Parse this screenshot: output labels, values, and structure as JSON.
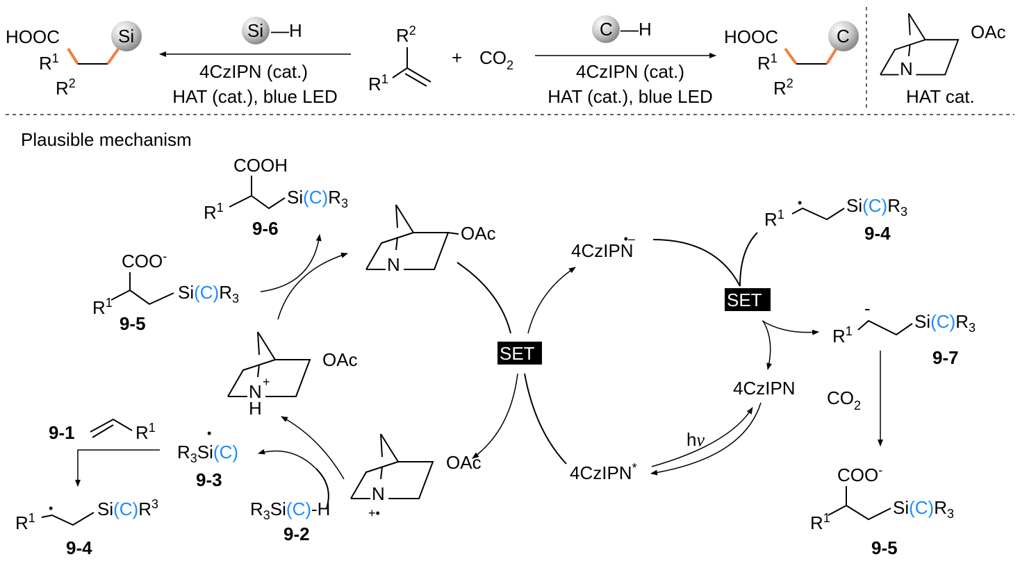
{
  "top": {
    "left_product": {
      "hooc": "HOOC",
      "sphere": "Si",
      "r1": "R",
      "r1_sup": "1",
      "r2": "R",
      "r2_sup": "2"
    },
    "left_reagent": {
      "sphere": "Si",
      "bond": "—H"
    },
    "left_conditions": [
      "4CzIPN (cat.)",
      "HAT (cat.), blue LED"
    ],
    "alkene": {
      "r1": "R",
      "r1_sup": "1",
      "r2": "R",
      "r2_sup": "2"
    },
    "plus": "+",
    "co2": {
      "main": "CO",
      "sub": "2"
    },
    "right_reagent": {
      "sphere": "C",
      "bond": "—H"
    },
    "right_conditions": [
      "4CzIPN (cat.)",
      "HAT (cat.), blue LED"
    ],
    "right_product": {
      "hooc": "HOOC",
      "sphere": "C",
      "r1": "R",
      "r1_sup": "1",
      "r2": "R",
      "r2_sup": "2"
    },
    "hat_cat": {
      "oac": "OAc",
      "n": "N",
      "label": "HAT cat."
    }
  },
  "mechanism": {
    "title": "Plausible mechanism",
    "c96": {
      "cooh": "COOH",
      "r": "R",
      "r_sup": "1",
      "si": "Si",
      "c": "(C)",
      "r3": "R",
      "r3_sub": "3",
      "label": "9-6"
    },
    "c95a": {
      "coo": "COO",
      "coo_sup": "-",
      "r": "R",
      "r_sup": "1",
      "si": "Si",
      "c": "(C)",
      "r3": "R",
      "r3_sub": "3",
      "label": "9-5"
    },
    "quin_top": {
      "oac": "OAc",
      "n": "N"
    },
    "quin_h": {
      "oac": "OAc",
      "n": "N",
      "plus": "+",
      "h": "H"
    },
    "quin_rc": {
      "oac": "OAc",
      "n": "N",
      "charge": "+•"
    },
    "c91": {
      "label": "9-1",
      "r": "R",
      "r_sup": "1"
    },
    "c93": {
      "r": "R",
      "r_sub": "3",
      "si": "Si",
      "c": "(C)",
      "dot": "•",
      "label": "9-3"
    },
    "c92": {
      "r": "R",
      "r_sub": "3",
      "si": "Si",
      "c": "(C)",
      "h": "-H",
      "label": "9-2"
    },
    "c94a": {
      "r": "R",
      "r_sup": "1",
      "dot": "•",
      "si": "Si",
      "c": "(C)",
      "r3": "R",
      "r3_sup": "3",
      "label": "9-4"
    },
    "set_center": "SET",
    "set_right": "SET",
    "czipn_anion": {
      "text": "4CzIPN",
      "charge": "•–"
    },
    "czipn": "4CzIPN",
    "czipn_star": {
      "text": "4CzIPN",
      "sup": "*"
    },
    "hv": {
      "h": "h",
      "nu": "ν"
    },
    "c94b": {
      "r": "R",
      "r_sup": "1",
      "dot": "•",
      "si": "Si",
      "c": "(C)",
      "r3": "R",
      "r3_sub": "3",
      "label": "9-4"
    },
    "c97": {
      "r": "R",
      "r_sup": "1",
      "charge": "-",
      "si": "Si",
      "c": "(C)",
      "r3": "R",
      "r3_sub": "3",
      "label": "9-7"
    },
    "co2": {
      "main": "CO",
      "sub": "2"
    },
    "c95b": {
      "coo": "COO",
      "coo_sup": "-",
      "r": "R",
      "r_sup": "1",
      "si": "Si",
      "c": "(C)",
      "r3": "R",
      "r3_sub": "3",
      "label": "9-5"
    }
  }
}
